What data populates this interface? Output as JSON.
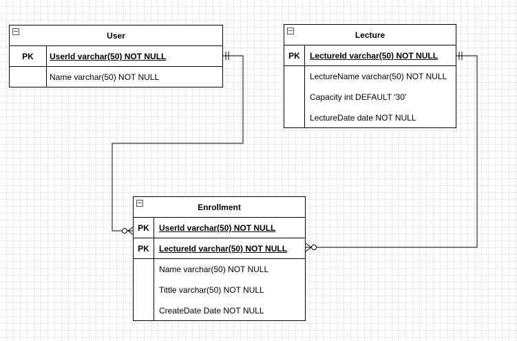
{
  "diagram": {
    "entities": {
      "user": {
        "title": "User",
        "pk_label": "PK",
        "pk_fields": [
          "UserId varchar(50) NOT NULL"
        ],
        "fields": [
          "Name varchar(50) NOT NULL"
        ]
      },
      "lecture": {
        "title": "Lecture",
        "pk_label": "PK",
        "pk_fields": [
          "LectureId varchar(50) NOT NULL"
        ],
        "fields": [
          "LectureName varchar(50) NOT NULL",
          "Capacity int DEFAULT '30'",
          "LectureDate date NOT NULL"
        ]
      },
      "enrollment": {
        "title": "Enrollment",
        "pk_label": "PK",
        "pk_fields": [
          "UserId varchar(50) NOT NULL",
          "LectureId varchar(50) NOT NULL"
        ],
        "fields": [
          "Name varchar(50) NOT NULL",
          "Tittle varchar(50) NOT NULL",
          "CreateDate Date NOT NULL"
        ]
      }
    },
    "relationships": [
      {
        "from": "User.UserId",
        "to": "Enrollment.UserId",
        "from_cardinality": "one-and-only-one",
        "to_cardinality": "zero-or-many"
      },
      {
        "from": "Lecture.LectureId",
        "to": "Enrollment.LectureId",
        "from_cardinality": "one-and-only-one",
        "to_cardinality": "zero-or-many"
      }
    ],
    "colors": {
      "line": "#000000",
      "grid": "#ebebeb",
      "background": "#ffffff"
    }
  }
}
